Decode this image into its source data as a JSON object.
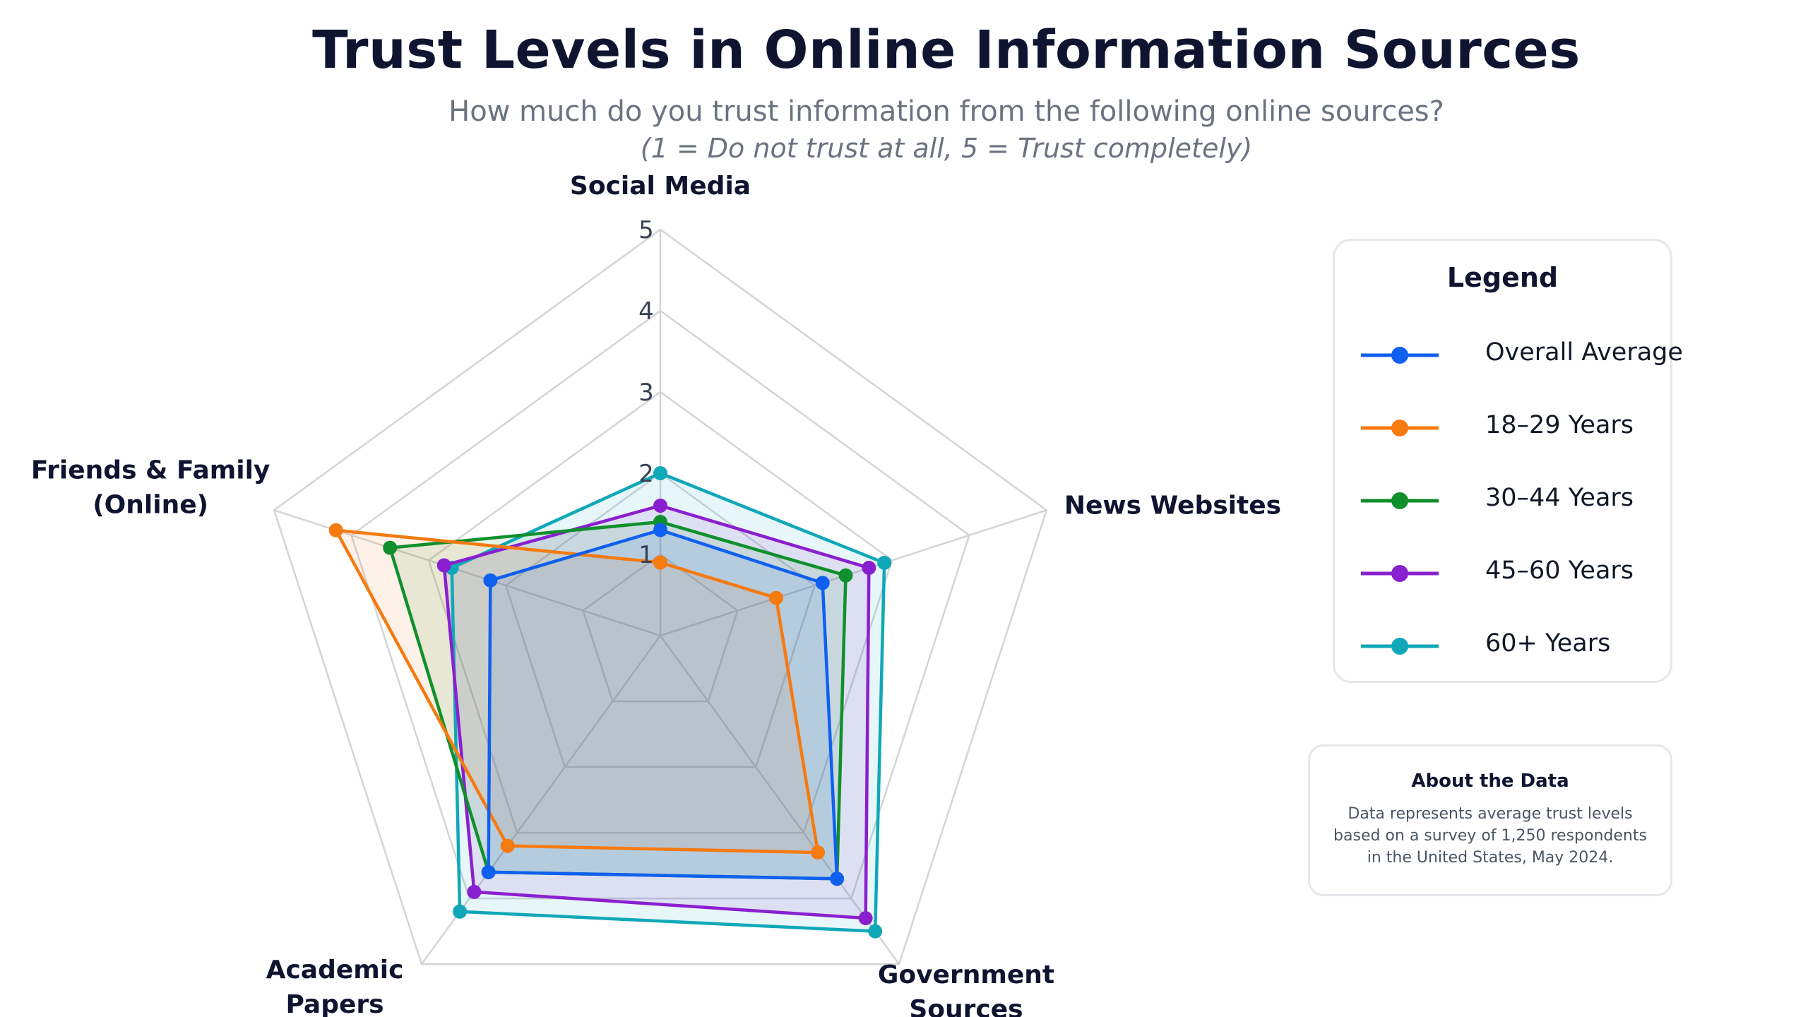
{
  "chart_data": {
    "type": "radar",
    "title": "Trust Levels in Online Information Sources",
    "subtitle": "How much do you trust information from the following online sources?",
    "scale_note": "(1 = Do not trust at all, 5 = Trust completely)",
    "axes": [
      {
        "lines": [
          "Social Media"
        ]
      },
      {
        "lines": [
          "News Websites"
        ]
      },
      {
        "lines": [
          "Government",
          "Sources"
        ]
      },
      {
        "lines": [
          "Academic",
          "Papers"
        ]
      },
      {
        "lines": [
          "Friends & Family",
          "(Online)"
        ]
      }
    ],
    "rlim": [
      0,
      5
    ],
    "ticks": [
      "1",
      "2",
      "3",
      "4",
      "5"
    ],
    "series": [
      {
        "name": "Overall Average",
        "color": "#1060f0",
        "values": [
          1.3,
          2.1,
          3.7,
          3.6,
          2.2
        ]
      },
      {
        "name": "18–29 Years",
        "color": "#f57a10",
        "values": [
          0.9,
          1.5,
          3.3,
          3.2,
          4.2
        ]
      },
      {
        "name": "30–44 Years",
        "color": "#10902c",
        "values": [
          1.4,
          2.4,
          3.7,
          3.6,
          3.5
        ]
      },
      {
        "name": "45–60 Years",
        "color": "#8a1fd0",
        "values": [
          1.6,
          2.7,
          4.3,
          3.9,
          2.8
        ]
      },
      {
        "name": "60+ Years",
        "color": "#10a8b8",
        "values": [
          2.0,
          2.9,
          4.5,
          4.2,
          2.7
        ]
      }
    ],
    "legend": {
      "title": "Legend",
      "position": "right"
    }
  },
  "about": {
    "title": "About the Data",
    "lines": [
      "Data represents average trust levels",
      "based on a survey of 1,250 respondents",
      "in the United States, May 2024."
    ]
  }
}
